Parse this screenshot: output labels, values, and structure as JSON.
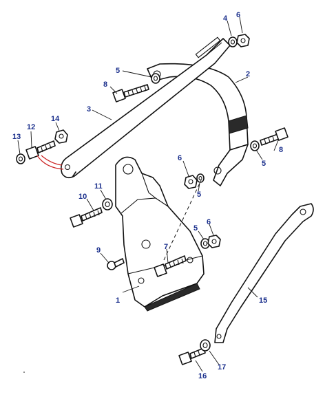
{
  "callouts": {
    "c1": "1",
    "c2": "2",
    "c3": "3",
    "c4": "4",
    "c5a": "5",
    "c5b": "5",
    "c5c": "5",
    "c5d": "5",
    "c6a": "6",
    "c6b": "6",
    "c6c": "6",
    "c7": "7",
    "c8a": "8",
    "c8b": "8",
    "c9": "9",
    "c10": "10",
    "c11": "11",
    "c12": "12",
    "c13": "13",
    "c14": "14",
    "c15": "15",
    "c16": "16",
    "c17": "17"
  },
  "colors": {
    "callout_text": "#1a2f8c",
    "line": "#111111",
    "indicator_arrow": "#cc2222"
  }
}
